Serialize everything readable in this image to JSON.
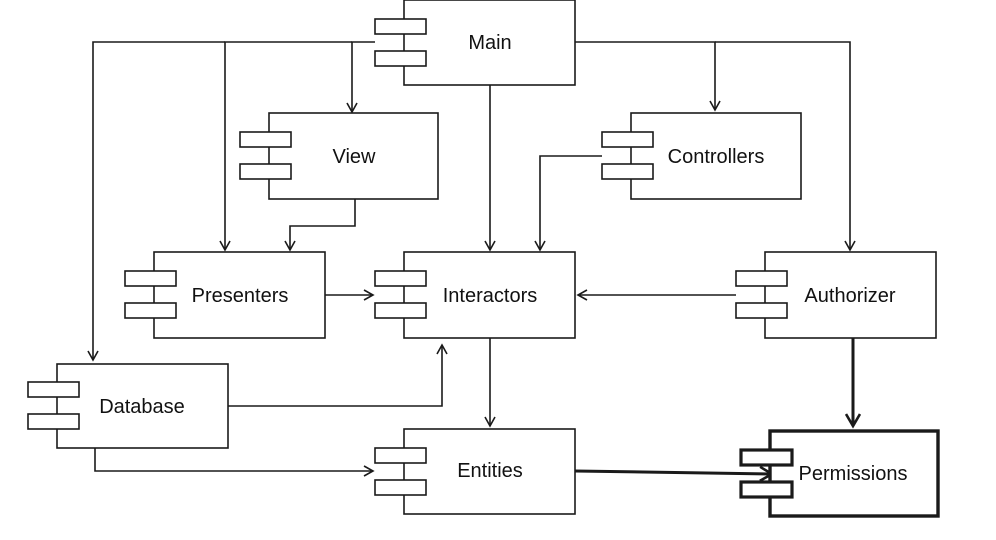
{
  "components": {
    "main": "Main",
    "view": "View",
    "controllers": "Controllers",
    "presenters": "Presenters",
    "interactors": "Interactors",
    "authorizer": "Authorizer",
    "database": "Database",
    "entities": "Entities",
    "permissions": "Permissions"
  }
}
